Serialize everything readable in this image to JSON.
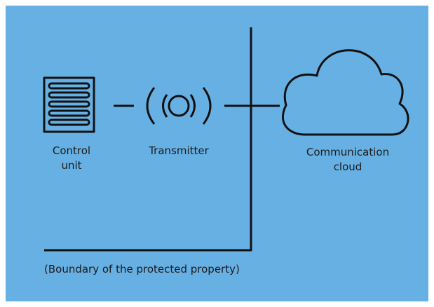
{
  "diagram": {
    "background_color": "#67B0E3",
    "stroke_color": "#111111",
    "nodes": {
      "control_unit": {
        "icon": "control-unit-icon",
        "label_lines": [
          "Control",
          "unit"
        ]
      },
      "transmitter": {
        "icon": "radio-transmitter-icon",
        "label": "Transmitter"
      },
      "cloud": {
        "icon": "cloud-icon",
        "label_lines": [
          "Communication",
          "cloud"
        ]
      }
    },
    "boundary": {
      "label": "(Boundary of the protected property)"
    }
  }
}
